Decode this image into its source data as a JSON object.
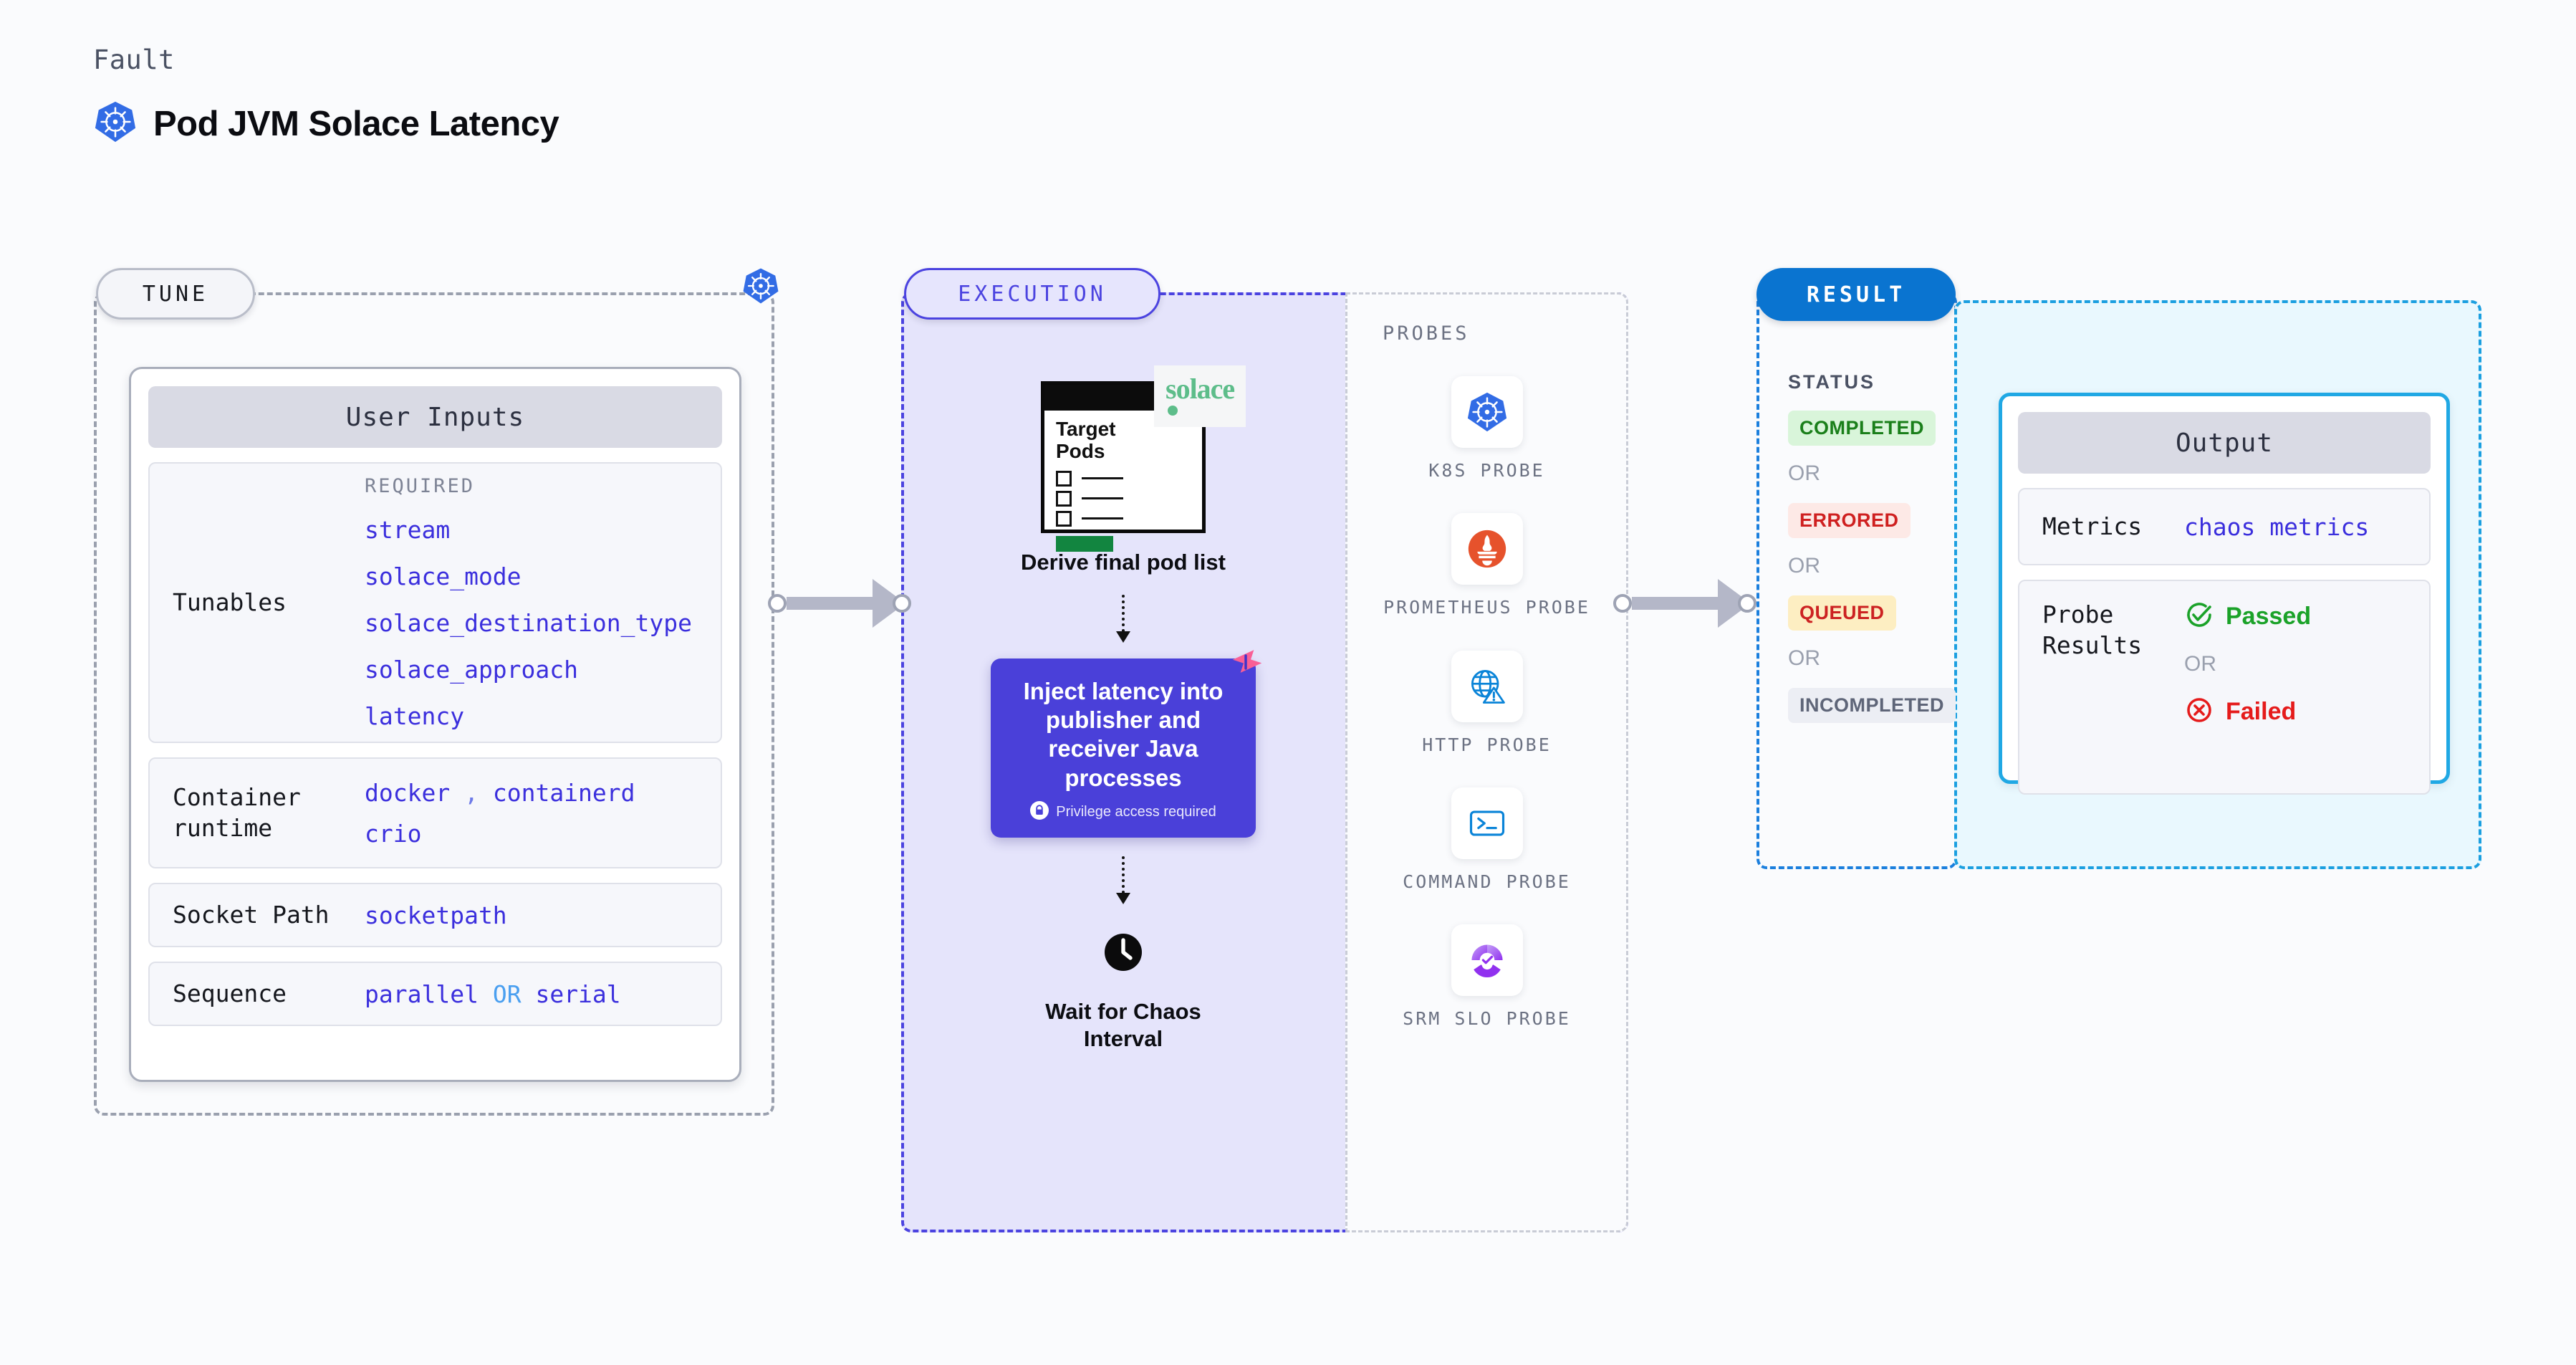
{
  "header": {
    "kicker": "Fault",
    "title": "Pod JVM Solace Latency",
    "icon": "kubernetes-icon"
  },
  "tune": {
    "chip_label": "TUNE",
    "card_title": "User Inputs",
    "tunables": {
      "label": "Tunables",
      "required_label": "REQUIRED",
      "items": [
        "stream",
        "solace_mode",
        "solace_destination_type",
        "solace_approach",
        "latency"
      ]
    },
    "rows": [
      {
        "label": "Container runtime",
        "values": [
          "docker",
          "containerd",
          "crio"
        ],
        "separator": ","
      },
      {
        "label": "Socket Path",
        "values": [
          "socketpath"
        ]
      },
      {
        "label": "Sequence",
        "values": [
          "parallel",
          "serial"
        ],
        "keyword": "OR"
      }
    ]
  },
  "execution": {
    "chip_label": "EXECUTION",
    "steps": [
      {
        "caption": "Derive final pod list",
        "card_title": "Target\nPods",
        "badge": "solace",
        "badge_icon": "solace-logo"
      },
      {
        "caption": "Inject latency into publisher and receiver Java processes",
        "note": "Privilege access required",
        "note_icon": "lock-icon",
        "ribbon_icon": "chaos-ribbon-icon"
      },
      {
        "caption": "Wait for Chaos Interval",
        "icon": "clock-icon"
      }
    ]
  },
  "probes": {
    "label": "PROBES",
    "items": [
      {
        "name": "K8S PROBE",
        "icon": "kubernetes-icon"
      },
      {
        "name": "PROMETHEUS PROBE",
        "icon": "prometheus-icon"
      },
      {
        "name": "HTTP PROBE",
        "icon": "http-globe-warning-icon"
      },
      {
        "name": "COMMAND PROBE",
        "icon": "terminal-icon"
      },
      {
        "name": "SRM SLO PROBE",
        "icon": "srm-slo-icon"
      }
    ]
  },
  "result": {
    "chip_label": "RESULT",
    "status_label": "STATUS",
    "or_label": "OR",
    "statuses": [
      {
        "label": "COMPLETED",
        "color": "#1a7f1a",
        "bg": "#d9f5da"
      },
      {
        "label": "ERRORED",
        "color": "#cf2020",
        "bg": "#fde9e6"
      },
      {
        "label": "QUEUED",
        "color": "#cc2222",
        "bg": "#fdeec2"
      },
      {
        "label": "INCOMPLETED",
        "color": "#5e6578",
        "bg": "#eceef4"
      }
    ]
  },
  "output": {
    "card_title": "Output",
    "metrics": {
      "label": "Metrics",
      "value": "chaos metrics"
    },
    "probe_results": {
      "label": "Probe Results",
      "passed": "Passed",
      "failed": "Failed",
      "or_label": "OR",
      "passed_icon": "check-circle-icon",
      "failed_icon": "x-circle-icon"
    }
  },
  "colors": {
    "accent_purple": "#4a40d9",
    "accent_blue": "#0a74d0",
    "accent_cyan": "#20a8e4",
    "value_blue": "#3b2fdd",
    "k8s_blue": "#326ce5"
  }
}
